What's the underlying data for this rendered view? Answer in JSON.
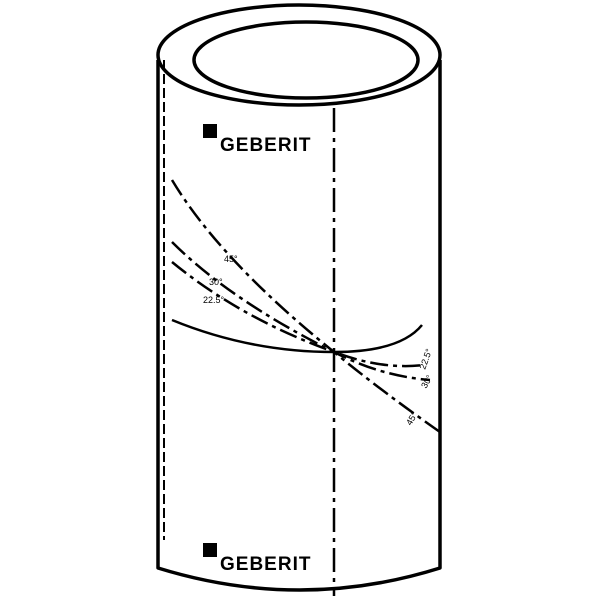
{
  "brand": {
    "name": "GEBERIT"
  },
  "cut_angles": [
    {
      "id": "45",
      "label": "45°"
    },
    {
      "id": "30",
      "label": "30°"
    },
    {
      "id": "22.5",
      "label": "22.5°"
    }
  ],
  "colors": {
    "ink": "#000000",
    "background": "#ffffff"
  }
}
